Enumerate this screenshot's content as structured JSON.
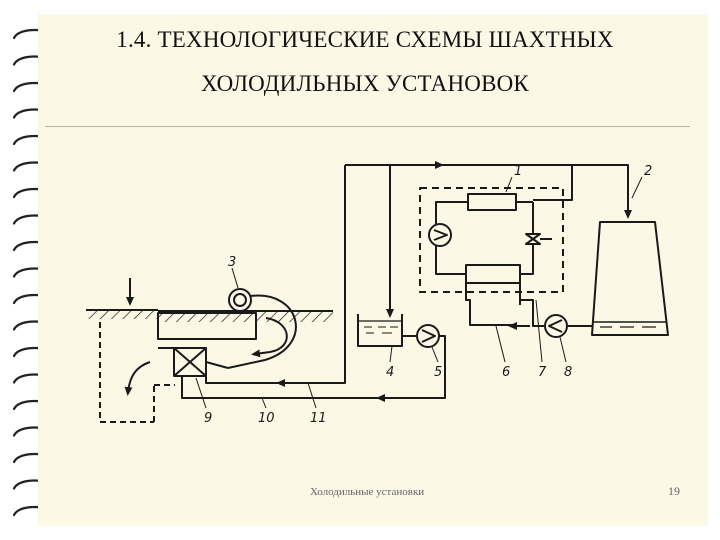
{
  "slide": {
    "title_line1": "1.4. ТЕХНОЛОГИЧЕСКИЕ СХЕМЫ ШАХТНЫХ",
    "title_line2": "ХОЛОДИЛЬНЫХ УСТАНОВОК",
    "footer": "Холодильные установки",
    "page_number": "19"
  },
  "diagram": {
    "labels": {
      "1": "1",
      "2": "2",
      "3": "3",
      "4": "4",
      "5": "5",
      "6": "6",
      "7": "7",
      "8": "8",
      "9": "9",
      "10": "10",
      "11": "11"
    }
  },
  "colors": {
    "ink": "#1a1a1a",
    "paper": "#fbf8e6",
    "rule": "#b7b3a5"
  }
}
